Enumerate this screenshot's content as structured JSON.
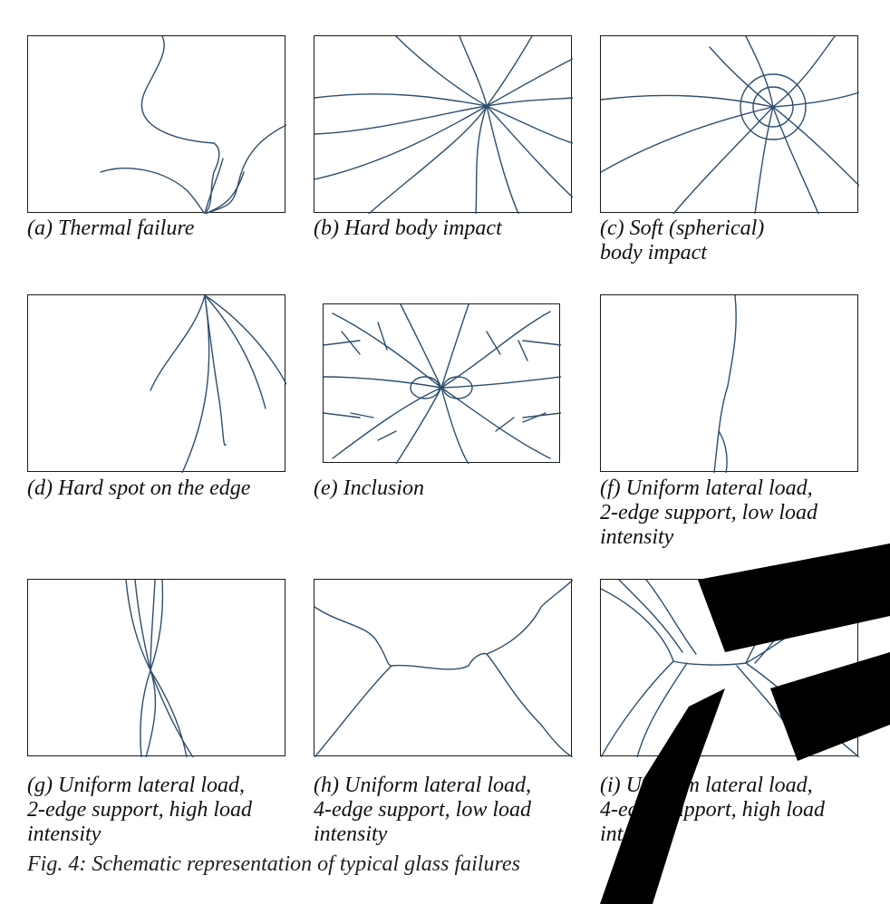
{
  "panels": [
    {
      "id": "a",
      "caption": [
        "(a) Thermal failure"
      ]
    },
    {
      "id": "b",
      "caption": [
        "(b) Hard body impact"
      ]
    },
    {
      "id": "c",
      "caption": [
        "(c) Soft (spherical)",
        "body impact"
      ]
    },
    {
      "id": "d",
      "caption": [
        "(d) Hard spot on the edge"
      ]
    },
    {
      "id": "e",
      "caption": [
        "(e) Inclusion"
      ]
    },
    {
      "id": "f",
      "caption": [
        "(f) Uniform lateral load,",
        "2-edge support, low load",
        "intensity"
      ]
    },
    {
      "id": "g",
      "caption": [
        "(g) Uniform lateral load,",
        "2-edge support, high load",
        "intensity"
      ]
    },
    {
      "id": "h",
      "caption": [
        "(h) Uniform lateral load,",
        "4-edge support, low load",
        "intensity"
      ]
    },
    {
      "id": "i",
      "caption": [
        "(i) Uniform lateral load,",
        "4-edge support, high load",
        "intensity"
      ]
    }
  ],
  "figure_caption": "Fig. 4: Schematic representation of typical glass failures",
  "colors": {
    "crack": "#2d4e6e",
    "frame": "#1a1a1a",
    "text": "#111111",
    "watermark": "#000000"
  }
}
